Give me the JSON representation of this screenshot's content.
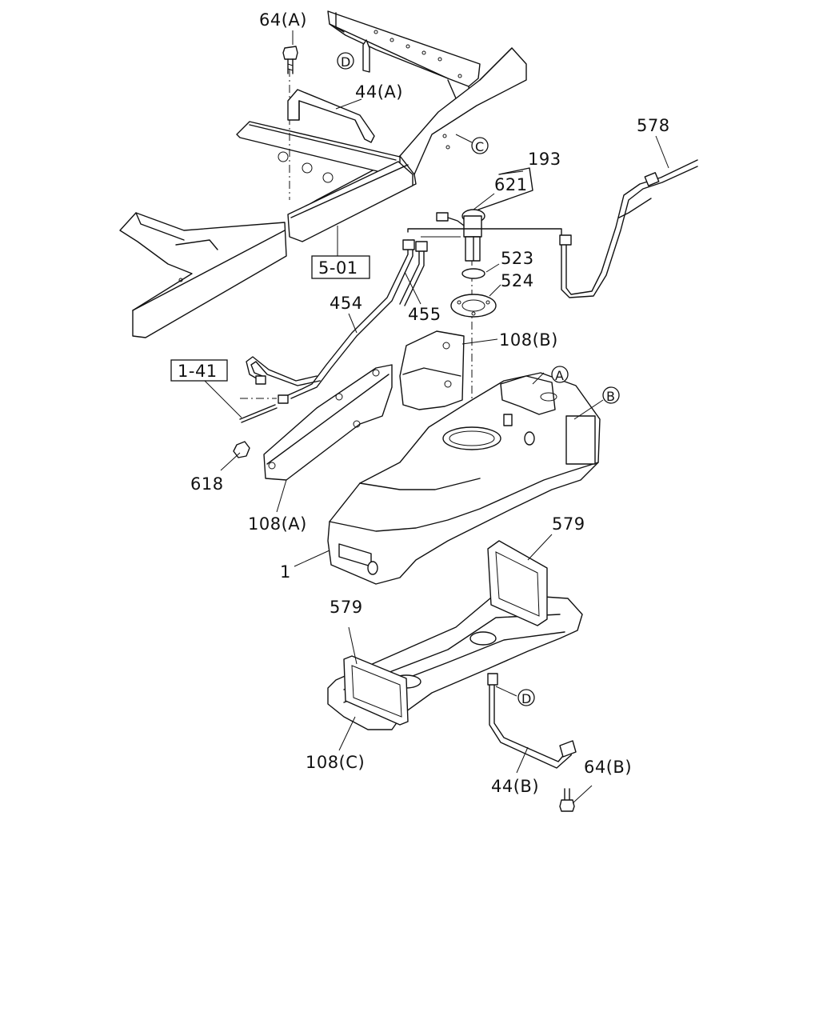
{
  "labels": {
    "l64a": "64(A)",
    "l44a": "44(A)",
    "l578": "578",
    "l193": "193",
    "l621": "621",
    "l501": "5-01",
    "l523": "523",
    "l524": "524",
    "l454": "454",
    "l455": "455",
    "l108b": "108(B)",
    "l141": "1-41",
    "l618": "618",
    "l108a": "108(A)",
    "l1": "1",
    "l579a": "579",
    "l579b": "579",
    "l108c": "108(C)",
    "l44b": "44(B)",
    "l64b": "64(B)"
  },
  "refs": {
    "d_top": "D",
    "c": "C",
    "a": "A",
    "b": "B",
    "d_bottom": "D"
  },
  "icons": {
    "circled_letter": "circled-letter-marker",
    "boxed_ref": "boxed-reference"
  }
}
